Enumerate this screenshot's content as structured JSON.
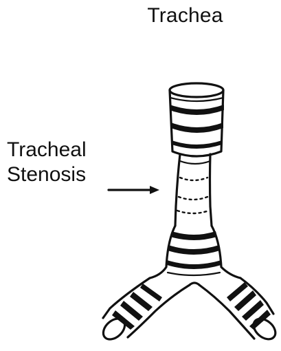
{
  "title": "Trachea",
  "stenosis_label": {
    "line1": "Tracheal",
    "line2": "Stenosis"
  }
}
